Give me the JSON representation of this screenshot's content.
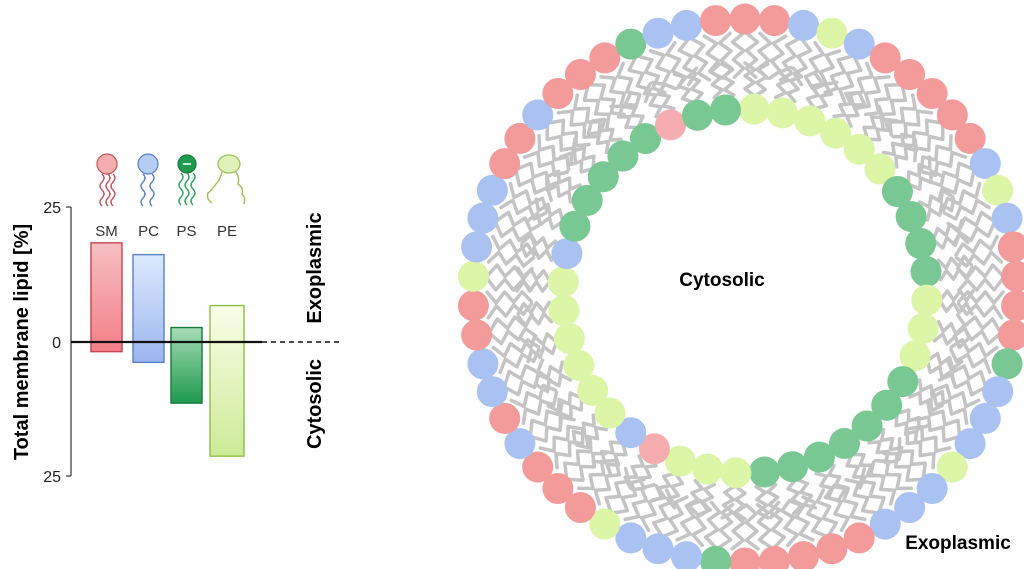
{
  "chart_data": {
    "type": "bar",
    "ylabel": "Total membrane lipid [%]",
    "categories": [
      "SM",
      "PC",
      "PS",
      "PE"
    ],
    "series": [
      {
        "name": "Exoplasmic",
        "values": [
          18.5,
          16.3,
          2.7,
          6.8
        ]
      },
      {
        "name": "Cytosolic",
        "values": [
          1.8,
          3.8,
          11.4,
          21.3
        ]
      }
    ],
    "yticks": [
      "25",
      "0",
      "25"
    ],
    "ylim": [
      -25,
      25
    ],
    "grid": false,
    "legend": "lipid headgroup icons above bars",
    "leaflet_labels": {
      "upper": "Exoplasmic",
      "lower": "Cytosolic"
    },
    "colors": {
      "SM": "#f4868c",
      "PC": "#9db9ef",
      "PS": "#2ea35b",
      "PE": "#c8ea8e"
    }
  },
  "vesicle": {
    "inner_label": "Cytosolic",
    "outer_label": "Exoplasmic",
    "colors": {
      "red": "#f39a9a",
      "blue": "#a9c2f2",
      "green": "#79c792",
      "lime": "#dcf5a6",
      "pink": "#f6adb0",
      "tail": "#c4c4c4"
    }
  }
}
